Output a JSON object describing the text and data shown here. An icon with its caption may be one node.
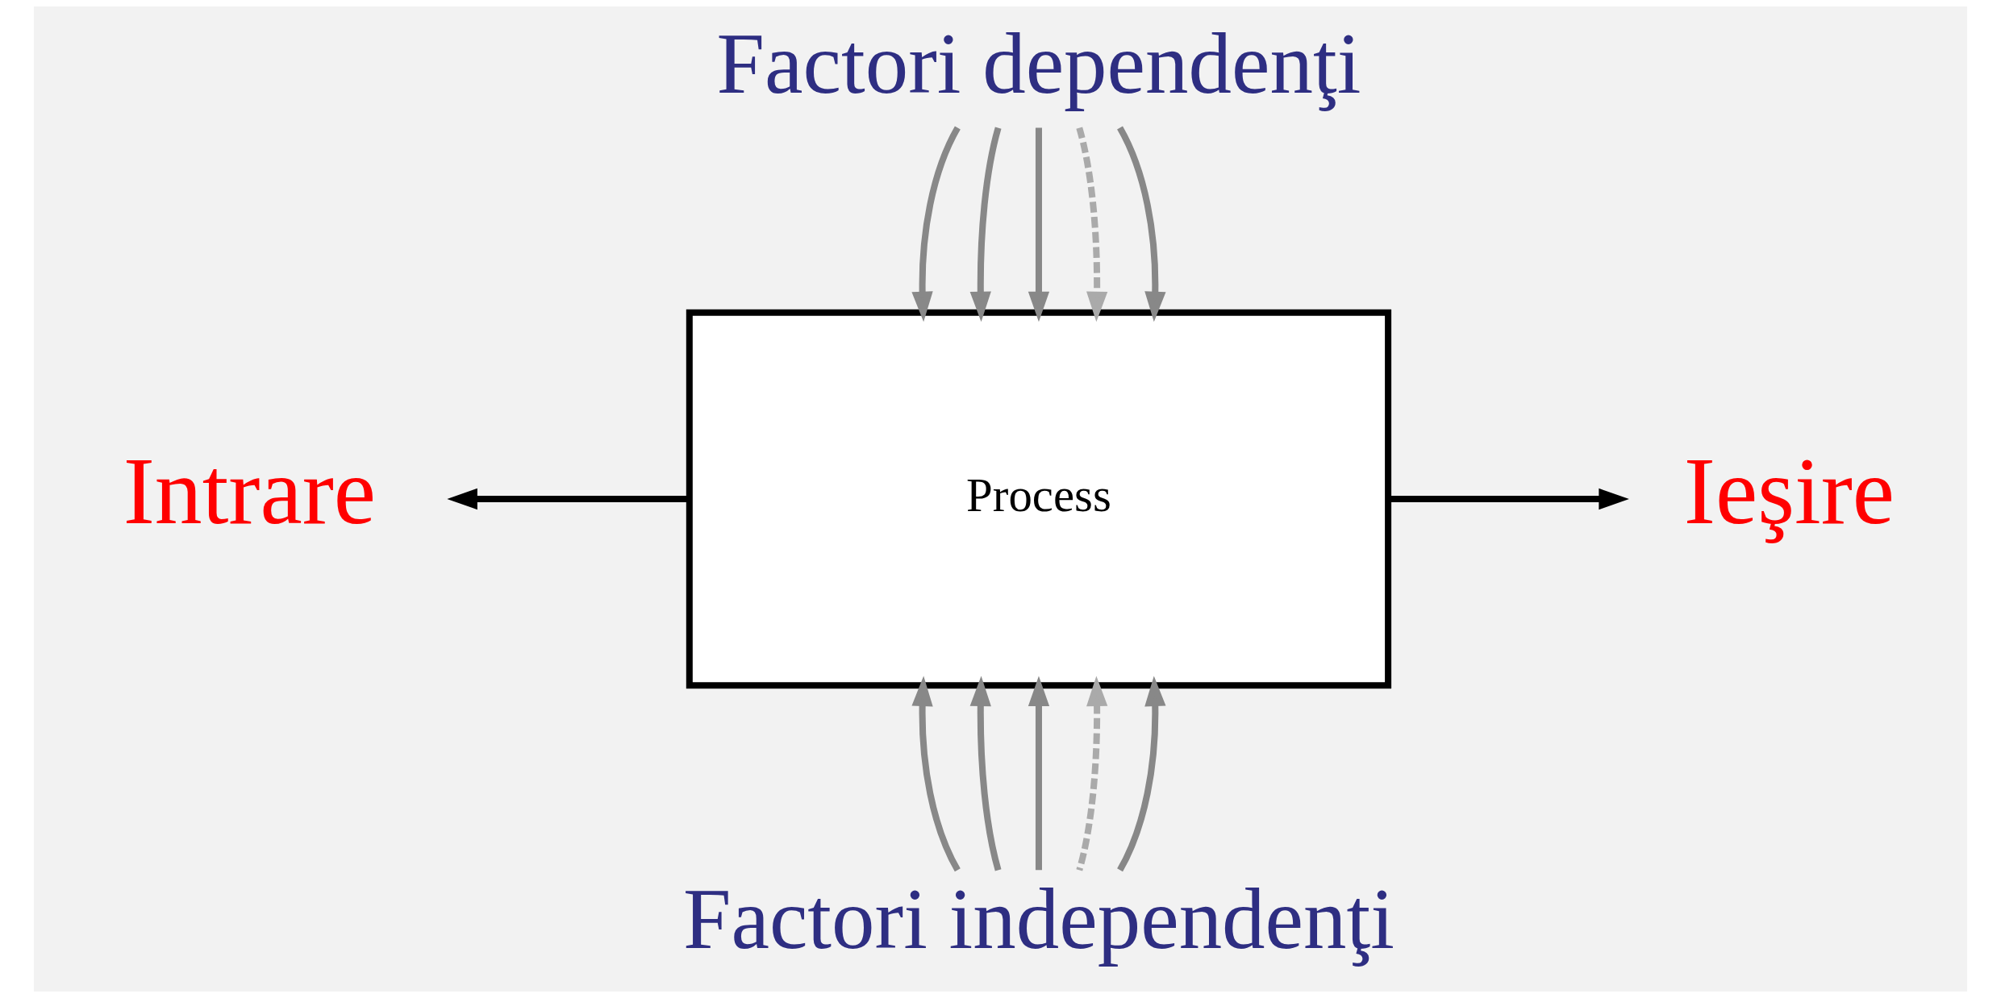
{
  "diagram": {
    "nodes": [
      {
        "text": [
          "Factori dependenţi"
        ]
      },
      {
        "text": [
          "Intrare"
        ]
      },
      {
        "text": [
          "Process"
        ]
      },
      {
        "text": [
          "Ieşire"
        ]
      },
      {
        "text": [
          "Factori independenţi"
        ]
      }
    ],
    "edges": [
      {
        "from": 0,
        "to": 2,
        "arrow": "to",
        "color": "#888888"
      },
      {
        "from": 0,
        "to": 2,
        "arrow": "to",
        "color": "#888888"
      },
      {
        "from": 0,
        "to": 2,
        "arrow": "to",
        "color": "#888888"
      },
      {
        "from": 0,
        "to": 2,
        "arrow": "to",
        "style": "dashed",
        "color": "#aaaaaa"
      },
      {
        "from": 0,
        "to": 2,
        "arrow": "to",
        "color": "#888888"
      },
      {
        "from": 2,
        "to": 1,
        "arrow": "to",
        "color": "#000000"
      },
      {
        "from": 2,
        "to": 3,
        "arrow": "to",
        "color": "#000000"
      },
      {
        "from": 4,
        "to": 2,
        "arrow": "to",
        "color": "#888888"
      },
      {
        "from": 4,
        "to": 2,
        "arrow": "to",
        "color": "#888888"
      },
      {
        "from": 4,
        "to": 2,
        "arrow": "to",
        "color": "#888888"
      },
      {
        "from": 4,
        "to": 2,
        "arrow": "to",
        "style": "dashed",
        "color": "#aaaaaa"
      },
      {
        "from": 4,
        "to": 2,
        "arrow": "to",
        "color": "#888888"
      }
    ]
  }
}
